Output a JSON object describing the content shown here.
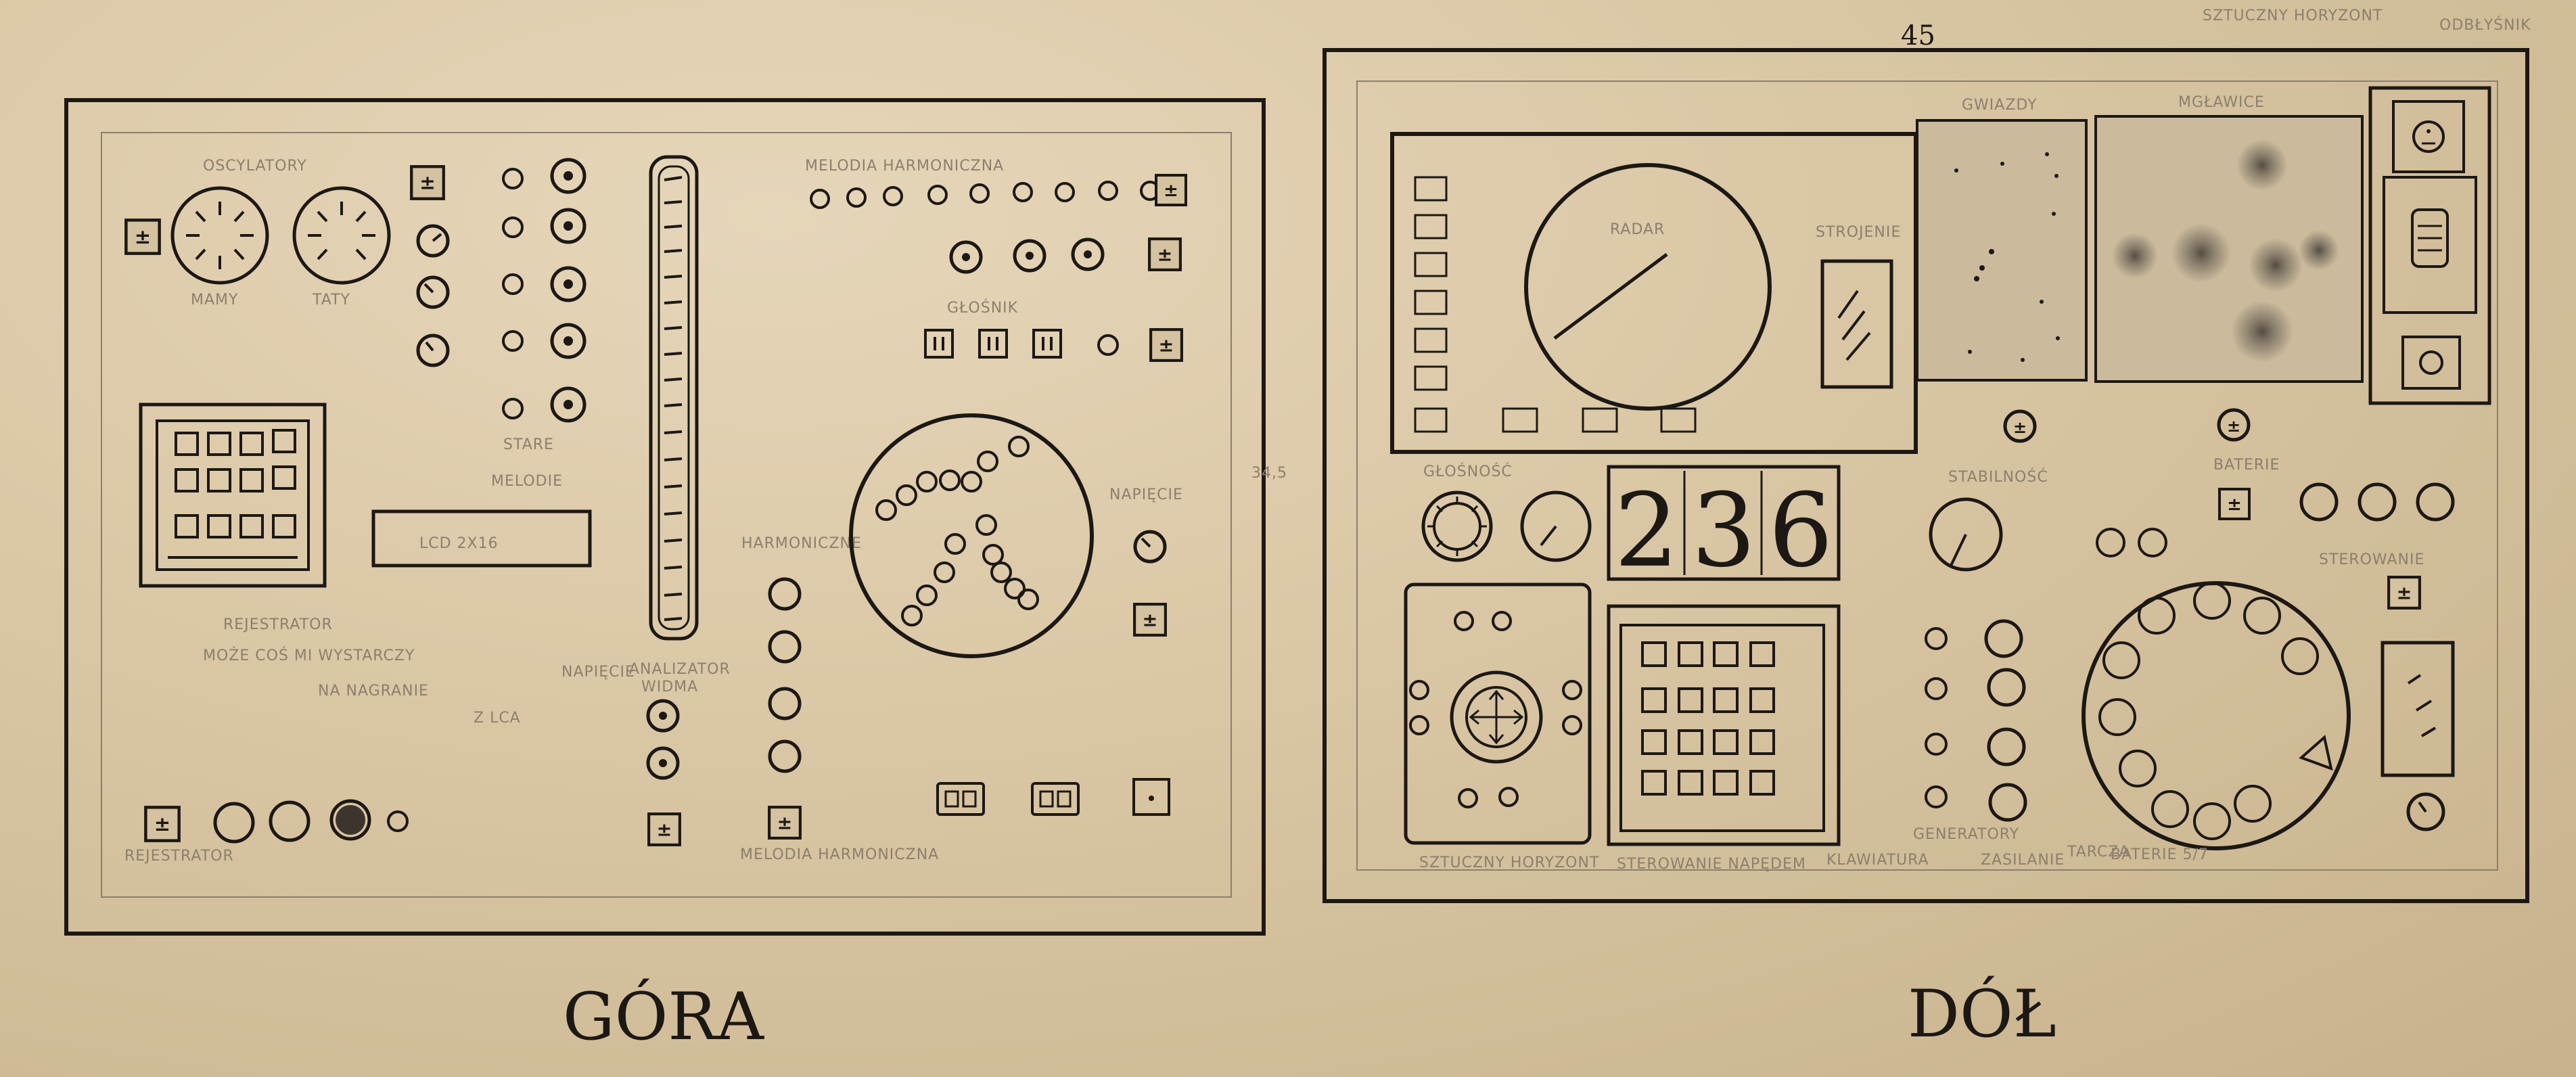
{
  "top_panel": {
    "title": "GÓRA",
    "labels": {
      "oscillators": "OSCYLATORY",
      "moms": "MAMY",
      "dads": "TATY",
      "old_melodies_line1": "STARE",
      "old_melodies_line2": "MELODIE",
      "lcd": "LCD 2X16",
      "note_line1": "REJESTRATOR",
      "note_line2": "MOŻE COŚ MI WYSTARCZY",
      "note_line3": "NA NAGRANIE",
      "note_line4": "Z LCA",
      "analyzer_line1": "ANALIZATOR",
      "analyzer_line2": "WIDMA",
      "harmonic_control": "HARMONICZNE",
      "voltage_gauge_label": "NAPIĘCIE",
      "registrar_tag": "REJESTRATOR",
      "harmonic_melody": "MELODIA HARMONICZNA",
      "speaker_label": "GŁOŚNIK"
    }
  },
  "bottom_panel": {
    "title": "DÓŁ",
    "display": {
      "digits": [
        "2",
        "3",
        "6"
      ]
    },
    "annotations": {
      "width": "45",
      "height": "34,5",
      "top_strip": "SZTUCZNY HORYZONT",
      "ovals": "TARCZA",
      "reflector": "ODBŁYŚNIK"
    },
    "labels": {
      "radar": "RADAR",
      "stars": "GWIAZDY",
      "nebula": "MGŁAWICE",
      "tuning": "STROJENIE",
      "volume": "GŁOŚNOŚĆ",
      "stability": "STABILNOŚĆ",
      "steering": "STEROWANIE",
      "generators": "GENERATORY",
      "batteries": "BATERIE",
      "bottom_note_1": "SZTUCZNY HORYZONT",
      "bottom_note_2": "STEROWANIE NAPĘDEM",
      "bottom_note_3": "KLAWIATURA",
      "bottom_note_4": "ZASILANIE",
      "bottom_note_5": "BATERIE 5/7"
    }
  },
  "colors": {
    "paper": "#d9c7a6",
    "ink": "#1c1814",
    "pencil": "#8c7f6c",
    "screen": "#cbbb9c",
    "nebula_cloud": "#6b6256"
  },
  "icons": [
    "plus-minus-icon",
    "knob-icon",
    "led-icon",
    "toggle-icon",
    "crosshair-icon"
  ]
}
